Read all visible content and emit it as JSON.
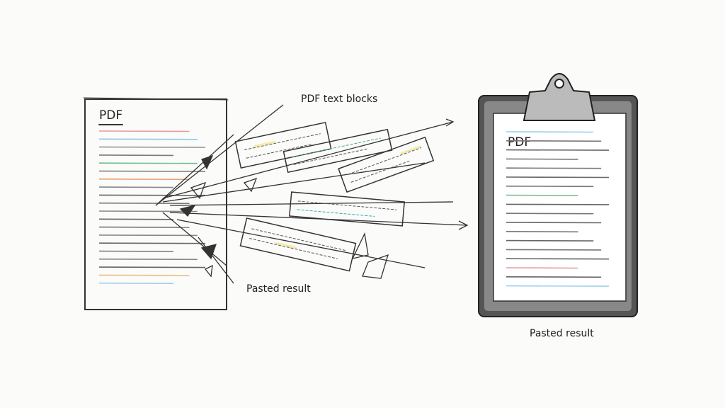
{
  "source_page": {
    "title": "PDF",
    "line_colors": [
      "#e89aa0",
      "#8fc8e8",
      "#999",
      "#7a7a7a",
      "#6bbf8a",
      "#777",
      "#e8a070",
      "#888",
      "#666",
      "#777",
      "#888",
      "#666",
      "#777",
      "#888",
      "#666",
      "#777",
      "#888",
      "#666",
      "#e8c080",
      "#9cd0e8"
    ]
  },
  "labels": {
    "text_blocks": "PDF text blocks",
    "pasted_left": "Pasted result",
    "pasted_right": "Pasted result"
  },
  "clipboard": {
    "title": "PDF",
    "line_colors": [
      "#8fd0ea",
      "#777",
      "#666",
      "#777",
      "#777",
      "#666",
      "#777",
      "#7fbf90",
      "#666",
      "#777",
      "#666",
      "#777",
      "#666",
      "#777",
      "#666",
      "#e89aa0",
      "#666",
      "#9cd0e8"
    ]
  }
}
